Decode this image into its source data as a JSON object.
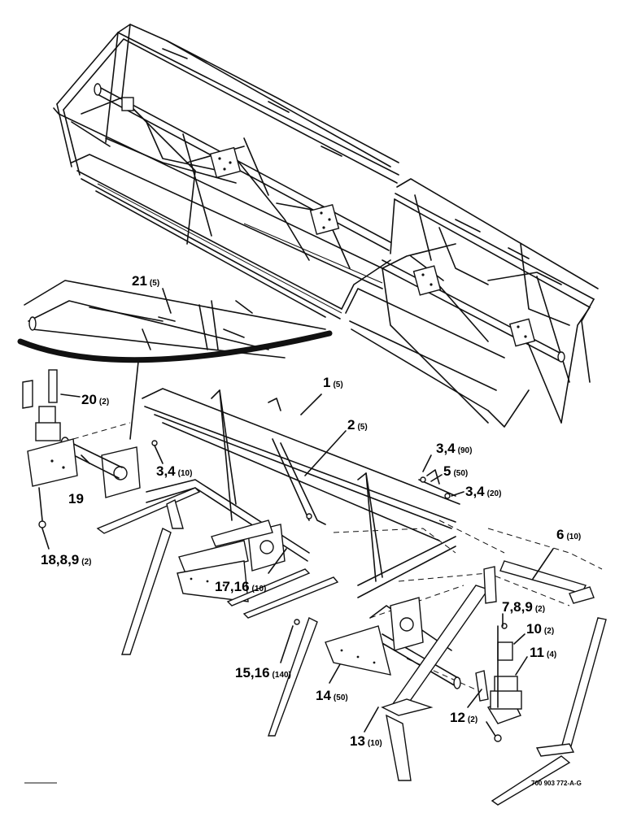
{
  "callouts": [
    {
      "id": "c21",
      "num": "21",
      "qty": "(5)"
    },
    {
      "id": "c20",
      "num": "20",
      "qty": "(2)"
    },
    {
      "id": "c1",
      "num": "1",
      "qty": "(5)"
    },
    {
      "id": "c2",
      "num": "2",
      "qty": "(5)"
    },
    {
      "id": "c3490",
      "num": "3,4",
      "qty": "(90)"
    },
    {
      "id": "c550",
      "num": "5",
      "qty": "(50)"
    },
    {
      "id": "c3420",
      "num": "3,4",
      "qty": "(20)"
    },
    {
      "id": "c3410",
      "num": "3,4",
      "qty": "(10)"
    },
    {
      "id": "c19",
      "num": "19",
      "qty": ""
    },
    {
      "id": "c1889",
      "num": "18,8,9",
      "qty": "(2)"
    },
    {
      "id": "c1716",
      "num": "17,16",
      "qty": "(10)"
    },
    {
      "id": "c6",
      "num": "6",
      "qty": "(10)"
    },
    {
      "id": "c789",
      "num": "7,8,9",
      "qty": "(2)"
    },
    {
      "id": "c10",
      "num": "10",
      "qty": "(2)"
    },
    {
      "id": "c11",
      "num": "11",
      "qty": "(4)"
    },
    {
      "id": "c1516",
      "num": "15,16",
      "qty": "(140)"
    },
    {
      "id": "c14",
      "num": "14",
      "qty": "(50)"
    },
    {
      "id": "c12",
      "num": "12",
      "qty": "(2)"
    },
    {
      "id": "c13",
      "num": "13",
      "qty": "(10)"
    }
  ],
  "footer": {
    "drawing_number": "700 903 772-A-G"
  }
}
